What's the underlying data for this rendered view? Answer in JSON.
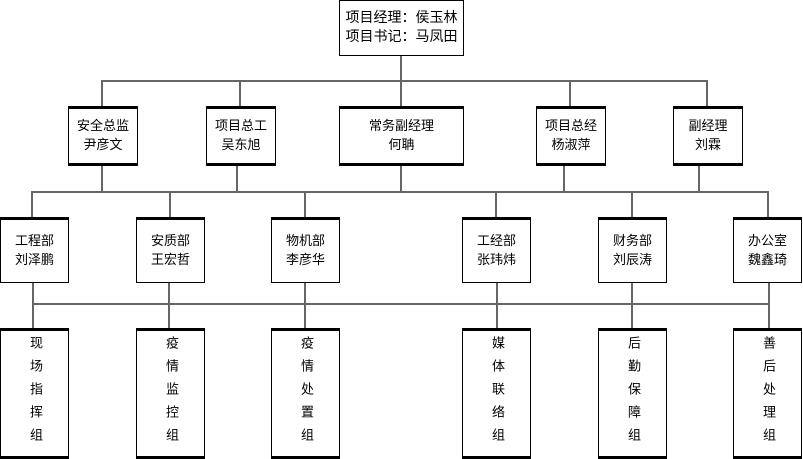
{
  "root": {
    "lines": [
      "项目经理：侯玉林",
      "项目书记：马凤田"
    ]
  },
  "level2": [
    {
      "title": "安全总监",
      "name": "尹彦文"
    },
    {
      "title": "项目总工",
      "name": "吴东旭"
    },
    {
      "title": "常务副经理",
      "name": "何聃"
    },
    {
      "title": "项目总经",
      "name": "杨淑萍"
    },
    {
      "title": "副经理",
      "name": "刘霖"
    }
  ],
  "level3": [
    {
      "dept": "工程部",
      "name": "刘泽鹏"
    },
    {
      "dept": "安质部",
      "name": "王宏哲"
    },
    {
      "dept": "物机部",
      "name": "李彦华"
    },
    {
      "dept": "工经部",
      "name": "张玮炜"
    },
    {
      "dept": "财务部",
      "name": "刘辰涛"
    },
    {
      "dept": "办公室",
      "name": "魏鑫琦"
    }
  ],
  "level4": [
    {
      "group": "现场指挥组"
    },
    {
      "group": "疫情监控组"
    },
    {
      "group": "疫情处置组"
    },
    {
      "group": "媒体联络组"
    },
    {
      "group": "后勤保障组"
    },
    {
      "group": "善后处理组"
    }
  ]
}
